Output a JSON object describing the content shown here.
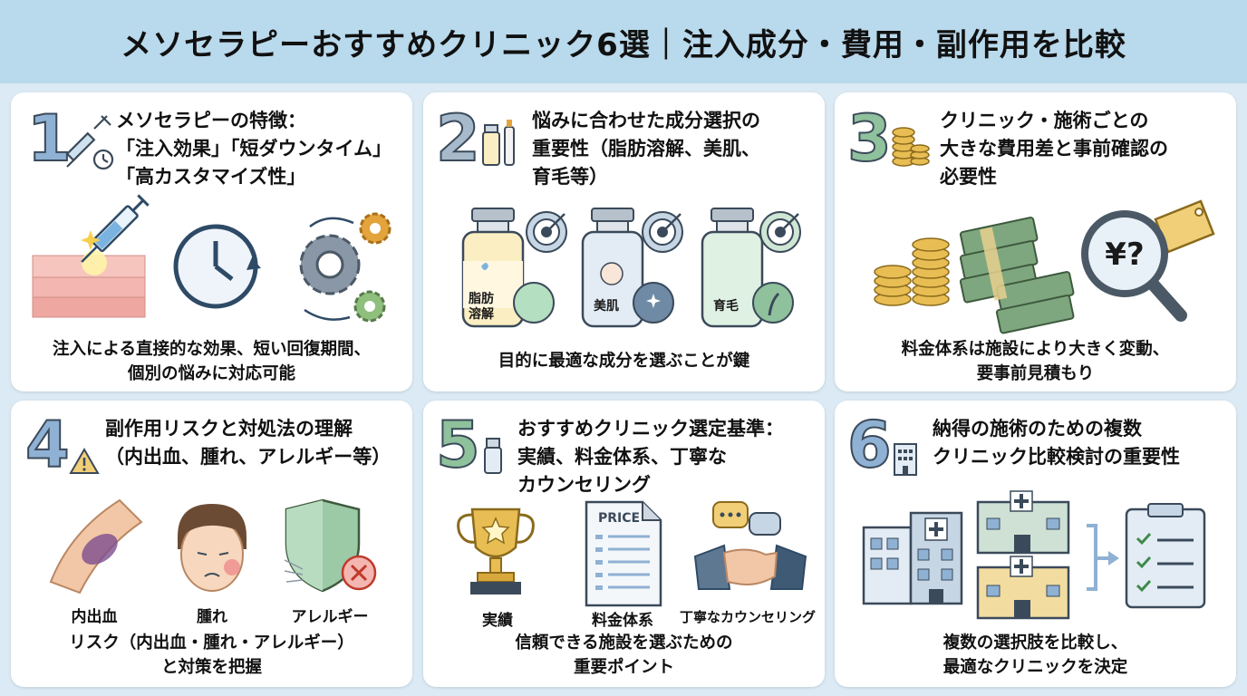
{
  "title": "メソセラピーおすすめクリニック6選｜注入成分・費用・副作用を比較",
  "colors": {
    "header_bg": "#b9d9ec",
    "page_bg": "#dbeaf4",
    "num_blue": "#8fb1d3",
    "num_green": "#8fc19c",
    "num_gray": "#a7bacb"
  },
  "cards": [
    {
      "num": "1",
      "title": "メソセラピーの特徴：\n「注入効果」「短ダウンタイム」\n「高カスタマイズ性」",
      "caption": "注入による直接的な効果、短い回復期間、\n個別の悩みに対応可能",
      "icons": [
        "syringe-icon",
        "clock-icon",
        "gears-icon"
      ]
    },
    {
      "num": "2",
      "title": "悩みに合わせた成分選択の\n重要性（脂肪溶解、美肌、\n育毛等）",
      "caption": "目的に最適な成分を選ぶことが鍵",
      "vials": [
        "脂肪\n溶解",
        "美肌",
        "育毛"
      ],
      "icons": [
        "vial-icon",
        "target-icon"
      ]
    },
    {
      "num": "3",
      "title": "クリニック・施術ごとの\n大きな費用差と事前確認の\n必要性",
      "caption": "料金体系は施設により大きく変動、\n要事前見積もり",
      "magnifier_text": "¥?",
      "icons": [
        "coins-icon",
        "cash-icon",
        "magnifier-icon",
        "price-tag-icon"
      ]
    },
    {
      "num": "4",
      "title": "副作用リスクと対処法の理解\n（内出血、腫れ、アレルギー等）",
      "caption": "リスク（内出血・腫れ・アレルギー）\nと対策を把握",
      "labels": [
        "内出血",
        "腫れ",
        "アレルギー"
      ],
      "icons": [
        "warning-icon",
        "bruise-icon",
        "swelling-face-icon",
        "shield-icon"
      ]
    },
    {
      "num": "5",
      "title": "おすすめクリニック選定基準：\n実績、料金体系、丁寧な\nカウンセリング",
      "caption": "信頼できる施設を選ぶための\n重要ポイント",
      "labels": [
        "実績",
        "料金体系",
        "丁寧なカウンセリング"
      ],
      "price_text": "PRICE",
      "icons": [
        "trophy-icon",
        "price-list-icon",
        "handshake-icon"
      ]
    },
    {
      "num": "6",
      "title": "納得の施術のための複数\nクリニック比較検討の重要性",
      "caption": "複数の選択肢を比較し、\n最適なクリニックを決定",
      "icons": [
        "hospital-icon",
        "checklist-icon"
      ]
    }
  ]
}
